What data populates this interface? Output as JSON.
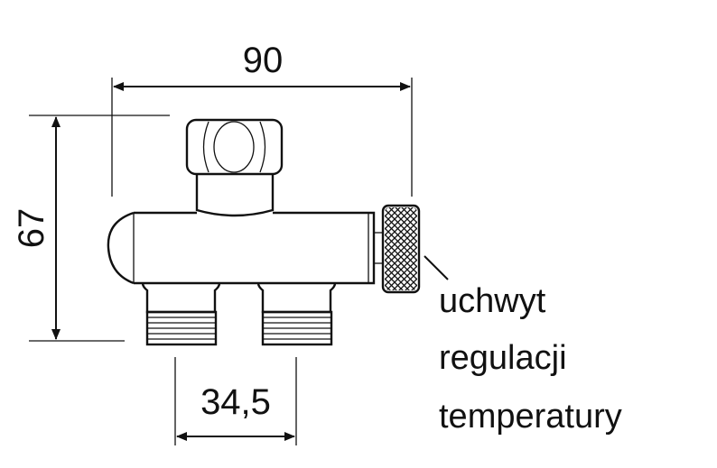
{
  "dimensions": {
    "width": "90",
    "height": "67",
    "outlet_spacing": "34,5"
  },
  "callout": {
    "lines": [
      "uchwyt",
      "regulacji",
      "temperatury"
    ]
  }
}
